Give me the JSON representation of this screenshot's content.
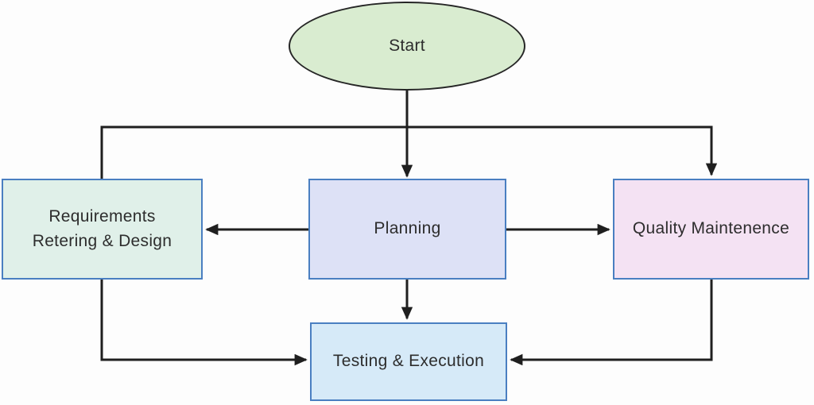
{
  "diagram": {
    "type": "flowchart",
    "nodes": [
      {
        "id": "start",
        "label": "Start",
        "shape": "ellipse",
        "fill": "#d9ecd0",
        "border": "#262626"
      },
      {
        "id": "requirements",
        "label": "Requirements Retering & Design",
        "shape": "rect",
        "fill": "#e0f0e9",
        "border": "#4a7fc1"
      },
      {
        "id": "planning",
        "label": "Planning",
        "shape": "rect",
        "fill": "#dde1f6",
        "border": "#4a7fc1"
      },
      {
        "id": "quality",
        "label": "Quality Maintenence",
        "shape": "rect",
        "fill": "#f4e2f3",
        "border": "#4a7fc1"
      },
      {
        "id": "testing",
        "label": "Testing & Execution",
        "shape": "rect",
        "fill": "#d6eaf8",
        "border": "#4a7fc1"
      }
    ],
    "edges": [
      {
        "from": "start",
        "to": "planning",
        "arrow": true
      },
      {
        "from": "start",
        "to": "requirements",
        "arrow": false
      },
      {
        "from": "start",
        "to": "quality",
        "arrow": true
      },
      {
        "from": "planning",
        "to": "requirements",
        "arrow": true
      },
      {
        "from": "planning",
        "to": "quality",
        "arrow": true
      },
      {
        "from": "planning",
        "to": "testing",
        "arrow": true
      },
      {
        "from": "requirements",
        "to": "testing",
        "arrow": true
      },
      {
        "from": "quality",
        "to": "testing",
        "arrow": true
      }
    ],
    "colors": {
      "line": "#1f1f1f",
      "text": "#2d2d2d",
      "background": "#fdfdfd"
    }
  }
}
